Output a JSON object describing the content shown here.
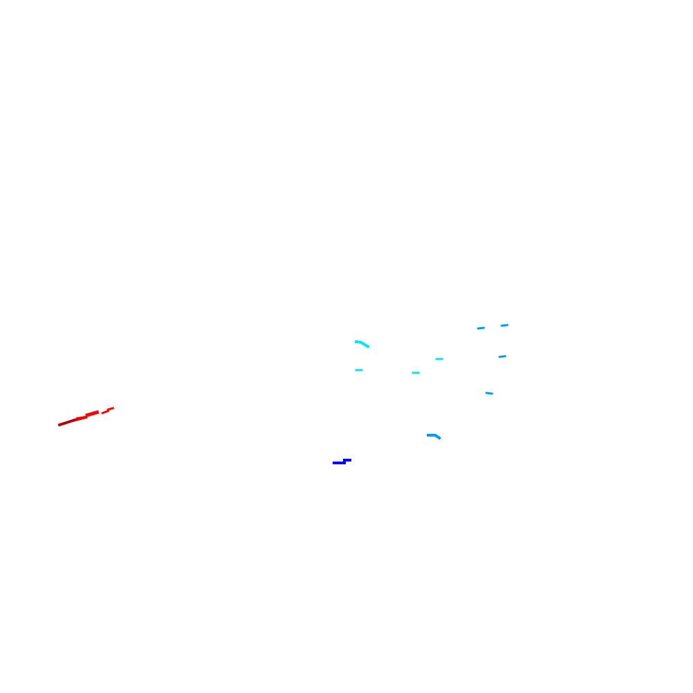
{
  "background": "#ffffff",
  "palette": {
    "red": "#ff0000",
    "dark_red": "#b80000",
    "blue": "#0000ff",
    "cyan": "#00e5ff",
    "light_blue": "#0099ff"
  },
  "marks": [
    {
      "name": "red-stroke-1",
      "color": "dark_red"
    },
    {
      "name": "red-stroke-2",
      "color": "red"
    },
    {
      "name": "red-stroke-3",
      "color": "red"
    },
    {
      "name": "red-stroke-4",
      "color": "red"
    },
    {
      "name": "red-stroke-5",
      "color": "red"
    },
    {
      "name": "blue-stroke-1",
      "color": "blue"
    },
    {
      "name": "cyan-stroke-1",
      "color": "cyan"
    },
    {
      "name": "cyan-stroke-2",
      "color": "cyan"
    },
    {
      "name": "cyan-stroke-3",
      "color": "cyan"
    },
    {
      "name": "cyan-stroke-4",
      "color": "cyan"
    },
    {
      "name": "light-blue-stroke-1",
      "color": "light_blue"
    },
    {
      "name": "light-blue-stroke-2",
      "color": "light_blue"
    },
    {
      "name": "light-blue-stroke-3",
      "color": "light_blue"
    },
    {
      "name": "light-blue-stroke-4",
      "color": "light_blue"
    },
    {
      "name": "light-blue-stroke-5",
      "color": "light_blue"
    }
  ]
}
